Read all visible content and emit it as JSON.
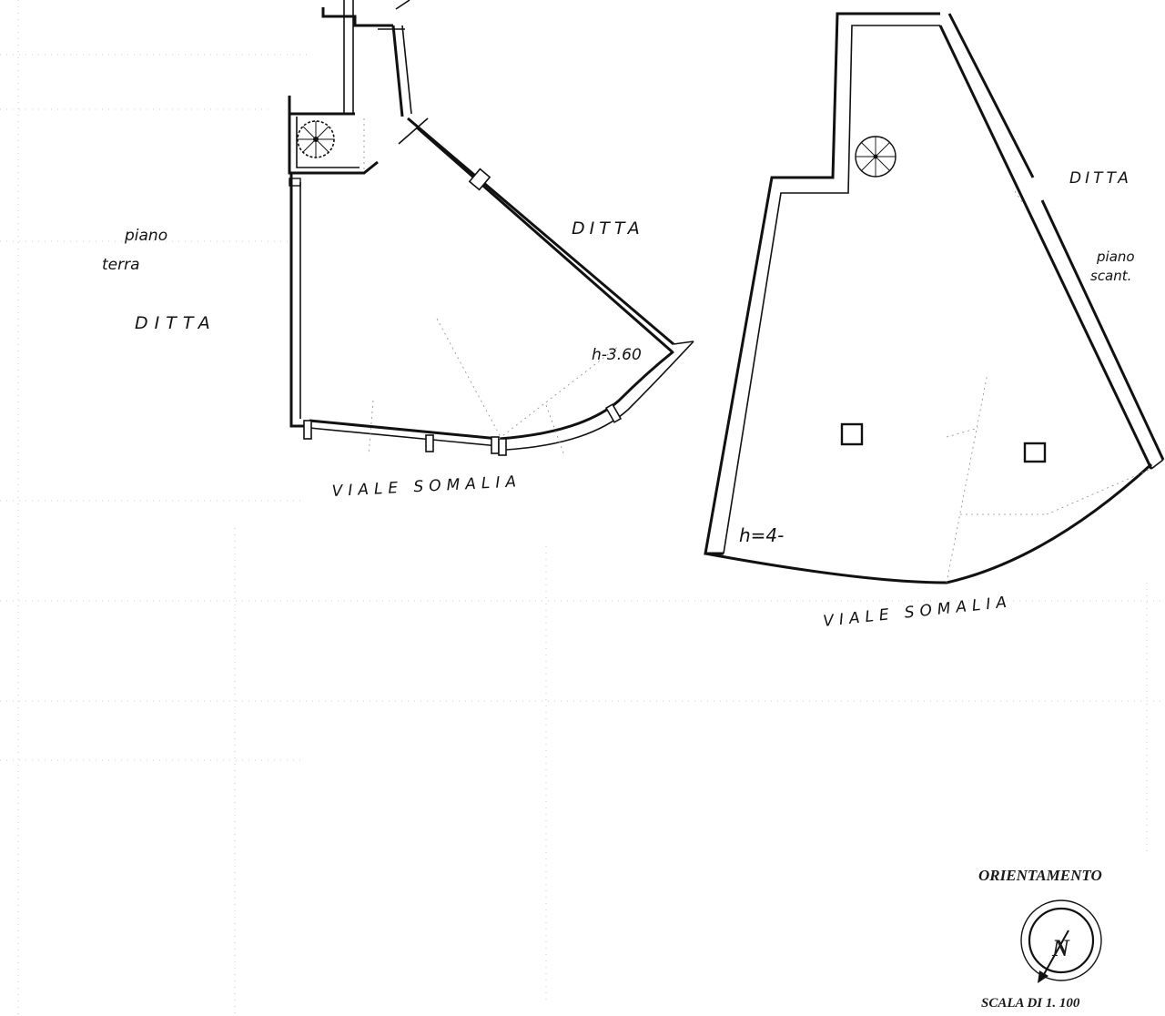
{
  "ground_floor": {
    "label_line1": "piano",
    "label_line2": "terra",
    "ditta_left": "DITTA",
    "ditta_right": "DITTA",
    "height_note": "h-3.60",
    "street": "VIALE SOMALIA"
  },
  "mezzanine": {
    "ditta": "DITTA",
    "label_line1": "piano",
    "label_line2": "scant.",
    "height_note": "h=4-",
    "street": "VIALE SOMALIA"
  },
  "orientation": {
    "title": "ORIENTAMENTO",
    "north_letter": "N",
    "scale_text": "SCALA DI 1. 100"
  },
  "icons": {
    "compass": "north-arrow-compass-icon",
    "stair": "spiral-staircase-icon"
  },
  "colors": {
    "ink": "#111111",
    "paper": "#ffffff"
  }
}
